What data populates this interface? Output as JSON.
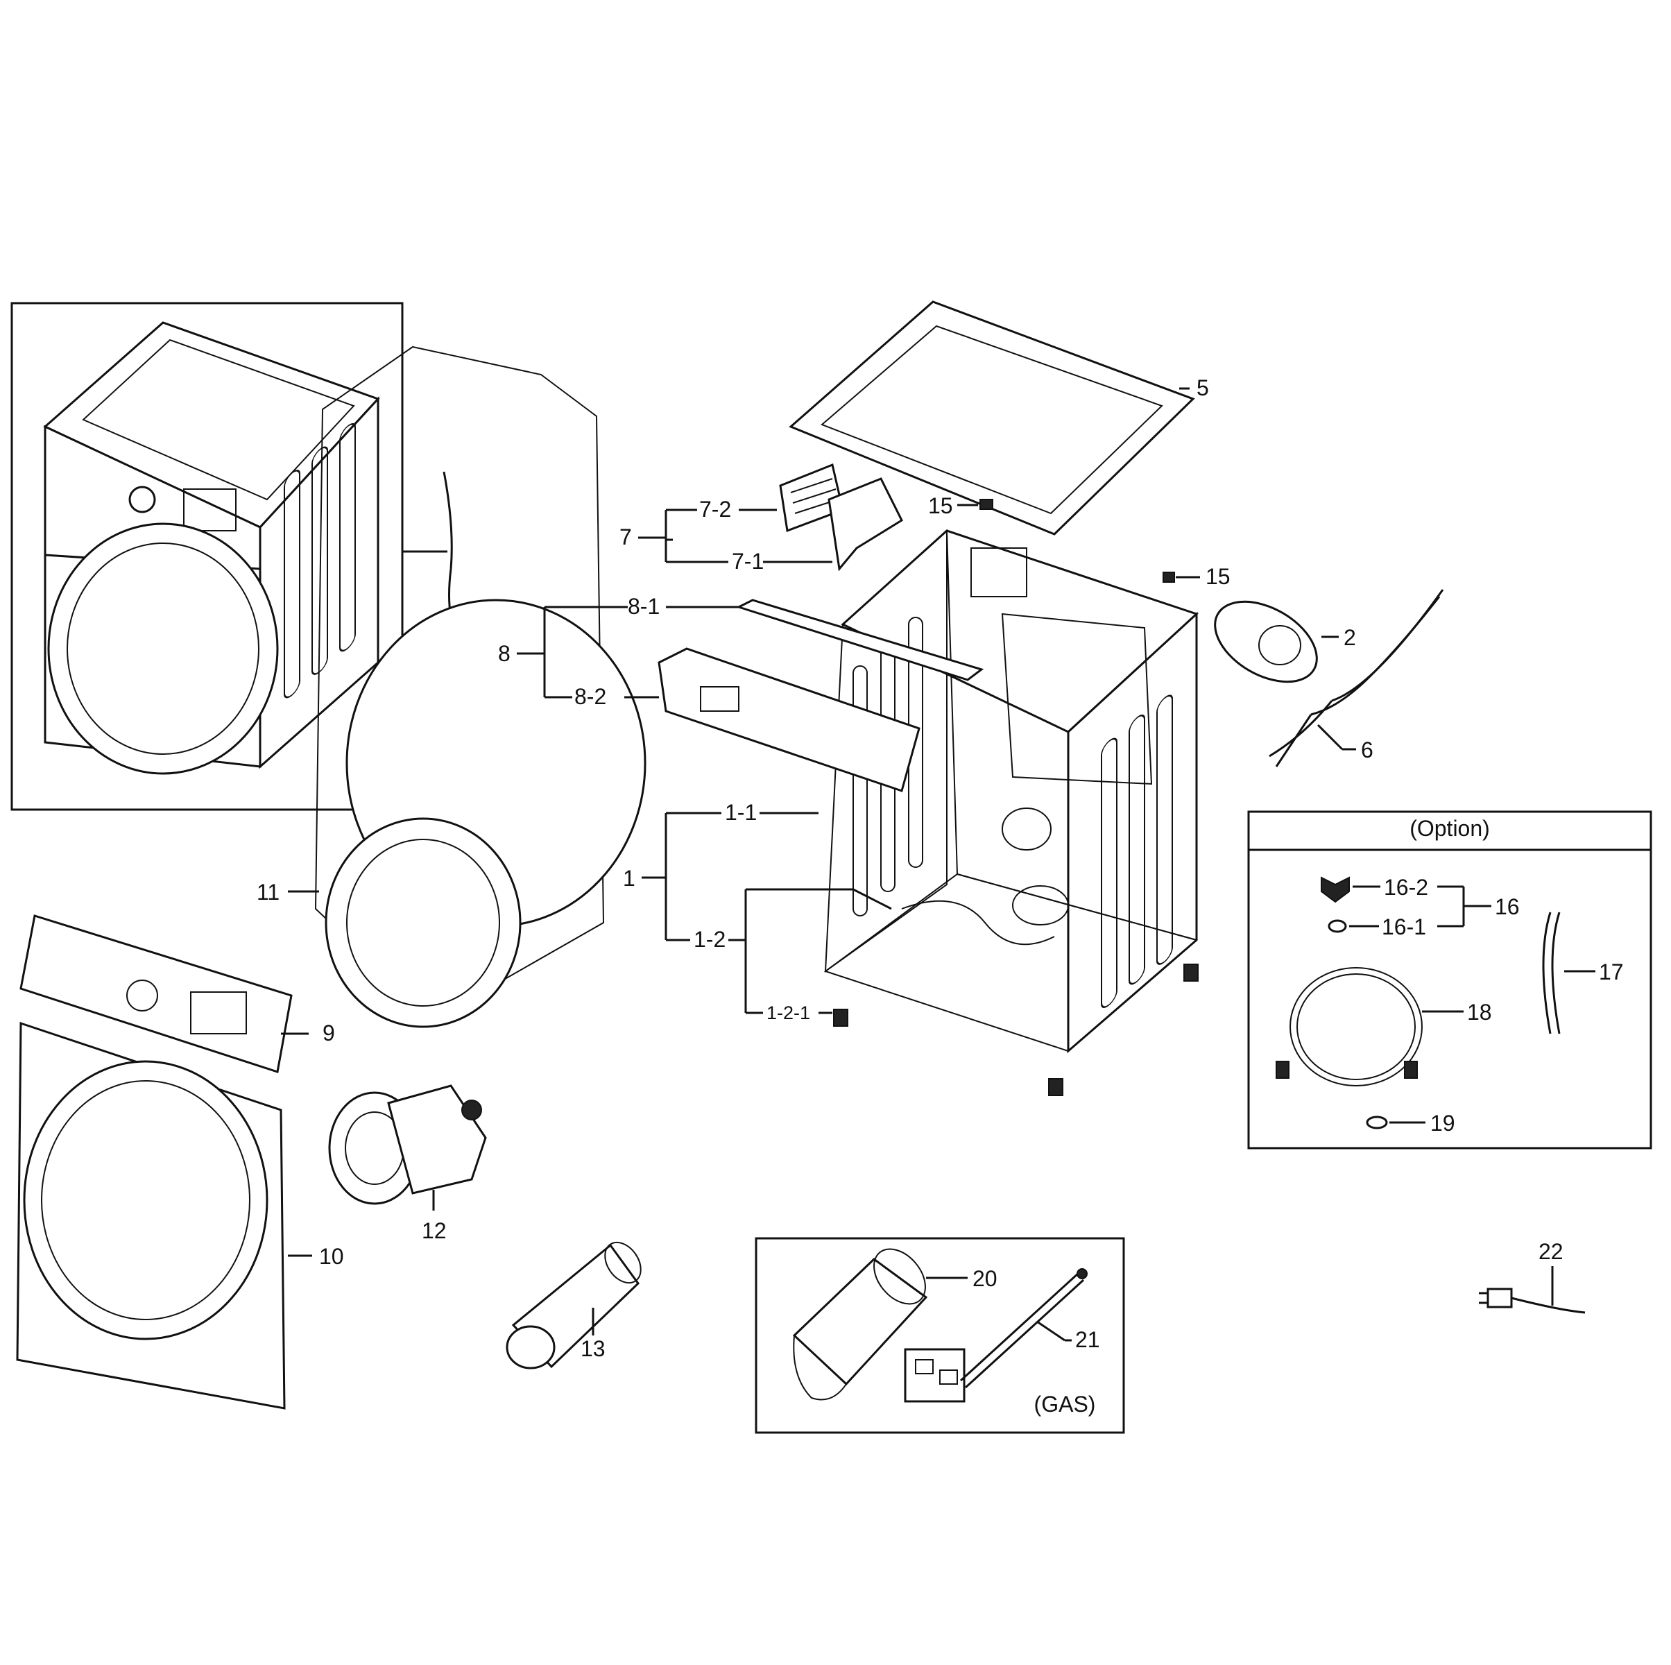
{
  "option_box": {
    "title": "(Option)"
  },
  "gas_box": {
    "title": "(GAS)"
  },
  "callouts": {
    "c1": "1",
    "c1_1": "1-1",
    "c1_2": "1-2",
    "c1_2_1": "1-2-1",
    "c2": "2",
    "c5": "5",
    "c6": "6",
    "c7": "7",
    "c7_1": "7-1",
    "c7_2": "7-2",
    "c8": "8",
    "c8_1": "8-1",
    "c8_2": "8-2",
    "c9": "9",
    "c10": "10",
    "c11": "11",
    "c12": "12",
    "c13": "13",
    "c15a": "15",
    "c15b": "15",
    "c16": "16",
    "c16_1": "16-1",
    "c16_2": "16-2",
    "c17": "17",
    "c18": "18",
    "c19": "19",
    "c20": "20",
    "c21": "21",
    "c22": "22"
  }
}
